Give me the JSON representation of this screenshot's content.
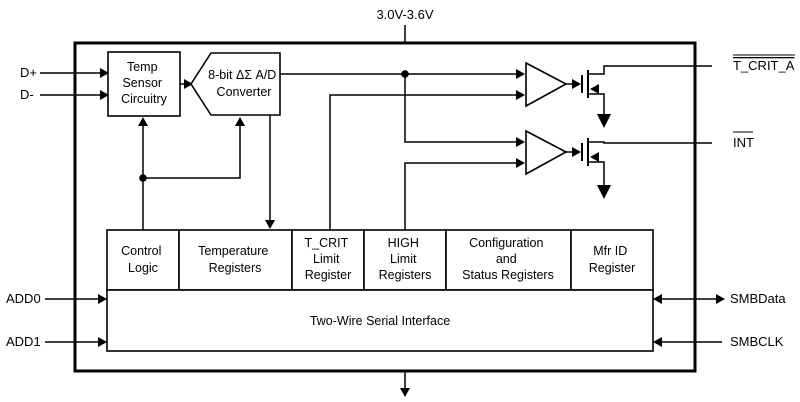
{
  "supply_label": "3.0V-3.6V",
  "pins_left": {
    "dplus": "D+",
    "dminus": "D-",
    "add0": "ADD0",
    "add1": "ADD1"
  },
  "pins_right": {
    "t_crit_a": "T_CRIT_A",
    "int": "INT",
    "smbdata": "SMBData",
    "smbclk": "SMBCLK"
  },
  "blocks": {
    "temp_sensor": [
      "Temp",
      "Sensor",
      "Circuitry"
    ],
    "adc": [
      "8-bit ΔΣ A/D",
      "Converter"
    ],
    "control_logic": [
      "Control",
      "Logic"
    ],
    "temperature_registers": [
      "Temperature",
      "Registers"
    ],
    "t_crit_limit": [
      "T_CRIT",
      "Limit",
      "Register"
    ],
    "high_limit": [
      "HIGH",
      "Limit",
      "Registers"
    ],
    "config_status": [
      "Configuration",
      "and",
      "Status Registers"
    ],
    "mfr_id": [
      "Mfr ID",
      "Register"
    ],
    "serial_interface": "Two-Wire Serial Interface"
  }
}
